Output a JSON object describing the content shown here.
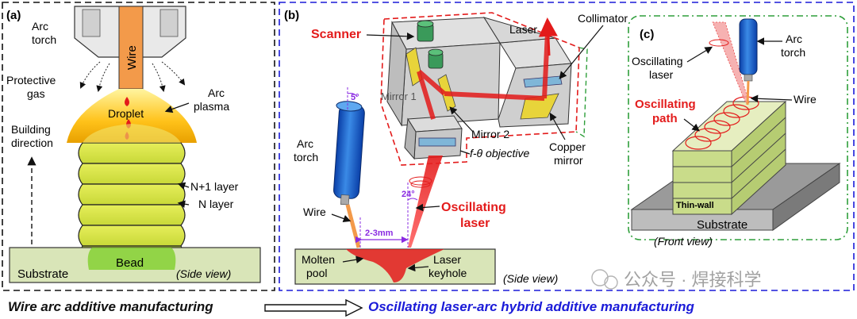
{
  "panel_a": {
    "tag": "(a)",
    "arc_torch": [
      "Arc",
      "torch"
    ],
    "wire": "Wire",
    "protective_gas": [
      "Protective",
      "gas"
    ],
    "droplet": "Droplet",
    "arc_plasma": [
      "Arc",
      "plasma"
    ],
    "building_direction": [
      "Building",
      "direction"
    ],
    "n1_layer": "N+1 layer",
    "n_layer": "N layer",
    "bead": "Bead",
    "substrate": "Substrate",
    "view": "(Side view)"
  },
  "panel_b": {
    "tag": "(b)",
    "scanner": "Scanner",
    "laser": "Laser",
    "collimator": "Collimator",
    "mirror1": "Mirror 1",
    "mirror2": "Mirror 2",
    "objective": "f-θ objective",
    "copper_mirror": [
      "Copper",
      "mirror"
    ],
    "arc_torch": [
      "Arc",
      "torch"
    ],
    "wire": "Wire",
    "angle_5": "5°",
    "angle_24": "24°",
    "distance": "2-3mm",
    "oscillating_laser": [
      "Oscillating",
      "laser"
    ],
    "molten_pool": [
      "Molten",
      "pool"
    ],
    "laser_keyhole": [
      "Laser",
      "keyhole"
    ],
    "view": "(Side view)"
  },
  "panel_c": {
    "tag": "(c)",
    "oscillating_laser": [
      "Oscillating",
      "laser"
    ],
    "arc_torch": [
      "Arc",
      "torch"
    ],
    "oscillating_path": [
      "Oscillating",
      "path"
    ],
    "wire": "Wire",
    "thin_wall": "Thin-wall",
    "substrate": "Substrate",
    "view": "(Front view)"
  },
  "watermark": "公众号 · 焊接科学",
  "footer": {
    "left": "Wire arc additive manufacturing",
    "right": "Oscillating laser-arc hybrid additive manufacturing"
  },
  "colors": {
    "red": "#e31b1b",
    "blue": "#1a1ad8",
    "green": "#2e9e3a",
    "bead": "#dbe84a",
    "substrate": "#d9e5b8"
  }
}
